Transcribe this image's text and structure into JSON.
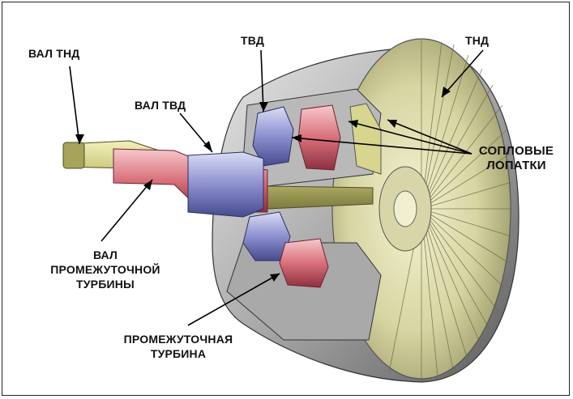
{
  "labels": {
    "lp_shaft": "ВАЛ ТНД",
    "hp_shaft": "ВАЛ ТВД",
    "hpt": "ТВД",
    "lpt": "ТНД",
    "nozzle_line1": "СОПЛОВЫЕ",
    "nozzle_line2": "ЛОПАТКИ",
    "ip_shaft_line1": "ВАЛ",
    "ip_shaft_line2": "ПРОМЕЖУТОЧНОЙ",
    "ip_shaft_line3": "ТУРБИНЫ",
    "ipt_line1": "ПРОМЕЖУТОЧНАЯ",
    "ipt_line2": "ТУРБИНА"
  }
}
